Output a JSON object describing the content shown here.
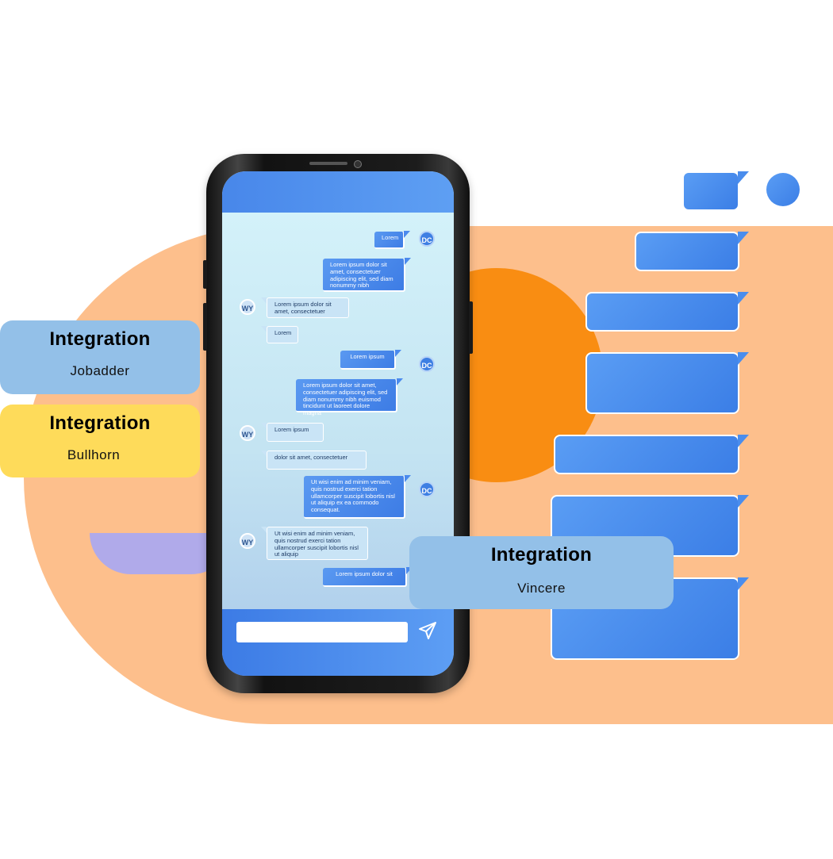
{
  "colors": {
    "background": "#ffffff",
    "peach": "#fdbf8c",
    "orange": "#f98d12",
    "lilac": "#b0aaea",
    "phone_blue": "#4887ea",
    "card_blue": "#93c0e8",
    "card_yellow": "#fedb5a"
  },
  "chat": {
    "send_icon": "send-icon",
    "messages": [
      {
        "sender": "DC",
        "text": "Lorem"
      },
      {
        "sender": "DC",
        "text": "Lorem ipsum dolor sit amet, consectetuer adipiscing elit, sed diam nonummy nibh"
      },
      {
        "sender": "WY",
        "text": "Lorem ipsum dolor sit amet, consectetuer"
      },
      {
        "sender": "WY",
        "text": "Lorem"
      },
      {
        "sender": "DC",
        "text": "Lorem ipsum"
      },
      {
        "sender": "DC",
        "text": "Lorem ipsum dolor sit amet, consectetuer adipiscing elit, sed diam nonummy nibh euismod tincidunt ut laoreet dolore magna"
      },
      {
        "sender": "WY",
        "text": "Lorem ipsum"
      },
      {
        "sender": "WY",
        "text": "dolor sit amet, consectetuer"
      },
      {
        "sender": "DC",
        "text": "Ut wisi enim ad minim veniam, quis nostrud exerci tation ullamcorper suscipit lobortis nisl ut aliquip ex ea commodo consequat."
      },
      {
        "sender": "WY",
        "text": "Ut wisi enim ad minim veniam, quis nostrud exerci tation ullamcorper suscipit lobortis nisl ut aliquip"
      },
      {
        "sender": "DC",
        "text": "Lorem ipsum dolor sit"
      }
    ]
  },
  "integrations": [
    {
      "title": "Integration",
      "name": "Jobadder"
    },
    {
      "title": "Integration",
      "name": "Bullhorn"
    },
    {
      "title": "Integration",
      "name": "Vincere"
    }
  ]
}
